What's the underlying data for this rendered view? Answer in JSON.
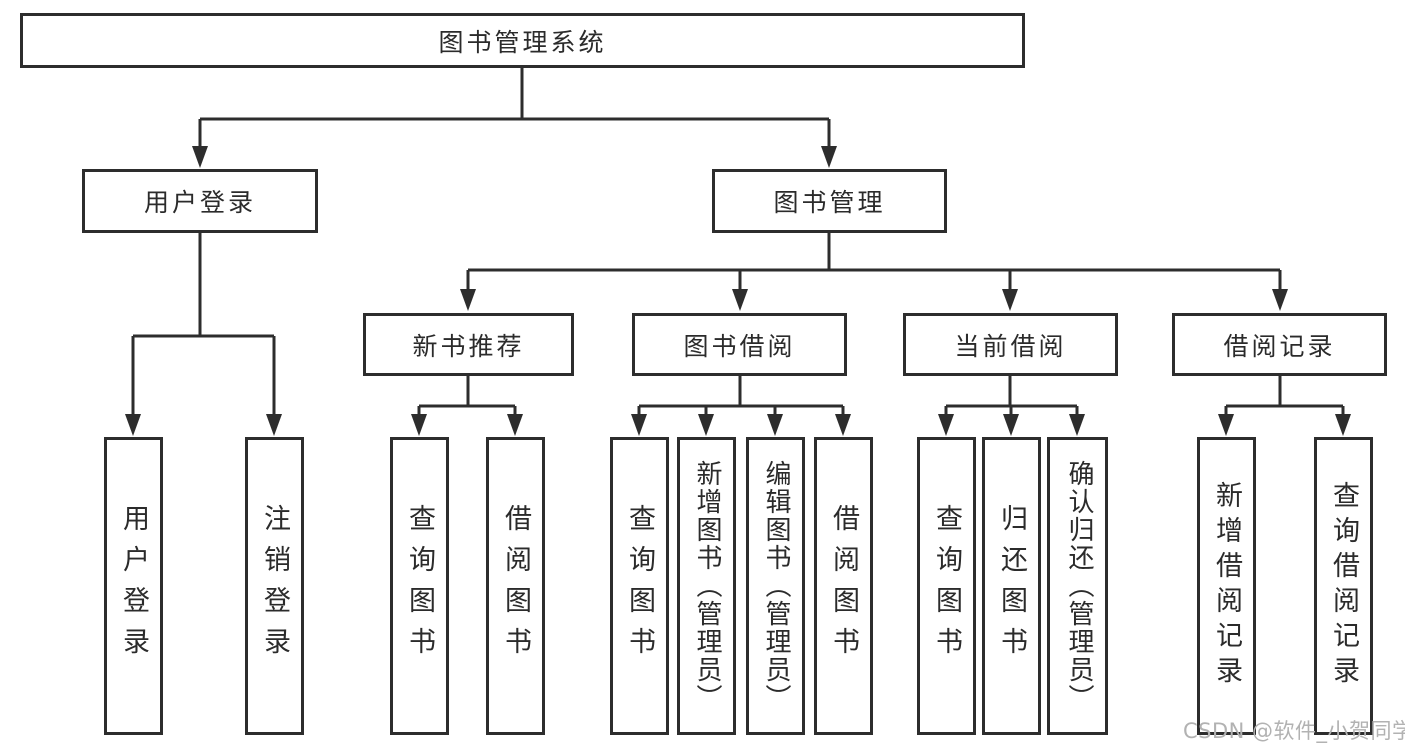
{
  "diagram": {
    "root": "图书管理系统",
    "branches": [
      {
        "label": "用户登录",
        "children": [
          {
            "label": "用户登录"
          },
          {
            "label": "注销登录"
          }
        ]
      },
      {
        "label": "图书管理",
        "children": [
          {
            "label": "新书推荐",
            "children": [
              {
                "label": "查询图书"
              },
              {
                "label": "借阅图书"
              }
            ]
          },
          {
            "label": "图书借阅",
            "children": [
              {
                "label": "查询图书"
              },
              {
                "label": "新增图书（管理员）"
              },
              {
                "label": "编辑图书（管理员）"
              },
              {
                "label": "借阅图书"
              }
            ]
          },
          {
            "label": "当前借阅",
            "children": [
              {
                "label": "查询图书"
              },
              {
                "label": "归还图书"
              },
              {
                "label": "确认归还（管理员）"
              }
            ]
          },
          {
            "label": "借阅记录",
            "children": [
              {
                "label": "新增借阅记录"
              },
              {
                "label": "查询借阅记录"
              }
            ]
          }
        ]
      }
    ]
  },
  "watermark": "CSDN @软件_小贺同学",
  "colors": {
    "line": "#2d2d2d",
    "text": "#2b2b2b",
    "watermark_text": "#b2b2b2",
    "background": "#ffffff"
  }
}
